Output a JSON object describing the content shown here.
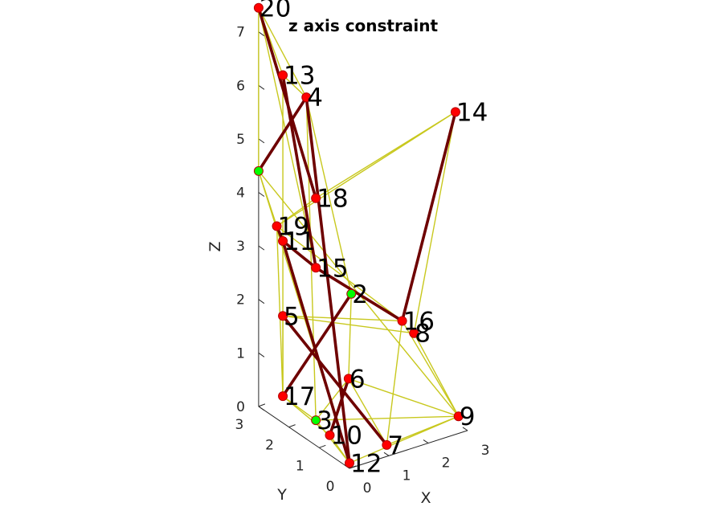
{
  "chart_data": {
    "type": "scatter3d",
    "title": "z axis constraint",
    "xlabel": "X",
    "ylabel": "Y",
    "zlabel": "Z",
    "xlim": [
      0,
      3
    ],
    "ylim": [
      0,
      3
    ],
    "zlim": [
      0,
      7.5
    ],
    "xticks": [
      "0",
      "1",
      "2",
      "3"
    ],
    "yticks": [
      "0",
      "1",
      "2",
      "3"
    ],
    "zticks": [
      "0",
      "1",
      "2",
      "3",
      "4",
      "5",
      "6",
      "7"
    ],
    "colors": {
      "node_free": "#ff0000",
      "node_anchor": "#00ff00",
      "edge_strong": "#6e0000",
      "edge_light": "#c8c81e",
      "axis": "#262626"
    },
    "nodes": [
      {
        "id": "20",
        "label": "20",
        "x": 0,
        "y": 3,
        "z": 7.45,
        "type": "free"
      },
      {
        "id": "13",
        "label": "13",
        "x": 0,
        "y": 2.2,
        "z": 6.5,
        "type": "free"
      },
      {
        "id": "4",
        "label": "4",
        "x": 0.25,
        "y": 1.75,
        "z": 6.2,
        "type": "free"
      },
      {
        "id": "14",
        "label": "14",
        "x": 3,
        "y": 0.4,
        "z": 5.8,
        "type": "free"
      },
      {
        "id": "A1",
        "label": "",
        "x": 0,
        "y": 3,
        "z": 4.4,
        "type": "anchor"
      },
      {
        "id": "18",
        "label": "18",
        "x": 0.3,
        "y": 1.5,
        "z": 4.4,
        "type": "free"
      },
      {
        "id": "19",
        "label": "19",
        "x": 0,
        "y": 2.4,
        "z": 3.6,
        "type": "free"
      },
      {
        "id": "11",
        "label": "11",
        "x": 0,
        "y": 2.2,
        "z": 3.4,
        "type": "free"
      },
      {
        "id": "15",
        "label": "15",
        "x": 0.3,
        "y": 1.5,
        "z": 3.1,
        "type": "free"
      },
      {
        "id": "2",
        "label": "2",
        "x": 1.2,
        "y": 1.5,
        "z": 2.4,
        "type": "anchor"
      },
      {
        "id": "16",
        "label": "16",
        "x": 1.8,
        "y": 0.6,
        "z": 2.1,
        "type": "free"
      },
      {
        "id": "8",
        "label": "8",
        "x": 2.1,
        "y": 0.6,
        "z": 1.8,
        "type": "free"
      },
      {
        "id": "5",
        "label": "5",
        "x": 0,
        "y": 2.2,
        "z": 2.0,
        "type": "free"
      },
      {
        "id": "6",
        "label": "6",
        "x": 0.9,
        "y": 1.2,
        "z": 1.0,
        "type": "free"
      },
      {
        "id": "17",
        "label": "17",
        "x": 0,
        "y": 2.2,
        "z": 0.5,
        "type": "free"
      },
      {
        "id": "3",
        "label": "3",
        "x": 0.3,
        "y": 1.5,
        "z": 0.25,
        "type": "anchor"
      },
      {
        "id": "10",
        "label": "10",
        "x": 0.5,
        "y": 1.3,
        "z": 0.0,
        "type": "free"
      },
      {
        "id": "9",
        "label": "9",
        "x": 3,
        "y": 0.3,
        "z": 0.15,
        "type": "free"
      },
      {
        "id": "7",
        "label": "7",
        "x": 1.1,
        "y": 0.2,
        "z": 0.1,
        "type": "free"
      },
      {
        "id": "12",
        "label": "12",
        "x": 0,
        "y": 0,
        "z": 0.1,
        "type": "free"
      }
    ],
    "edges_strong": [
      [
        "20",
        "18"
      ],
      [
        "A1",
        "4"
      ],
      [
        "13",
        "15"
      ],
      [
        "4",
        "12"
      ],
      [
        "14",
        "16"
      ],
      [
        "19",
        "11"
      ],
      [
        "11",
        "15"
      ],
      [
        "15",
        "16"
      ],
      [
        "11",
        "12"
      ],
      [
        "2",
        "17"
      ],
      [
        "5",
        "7"
      ],
      [
        "6",
        "10"
      ]
    ],
    "edges_light": [
      [
        "20",
        "13"
      ],
      [
        "20",
        "4"
      ],
      [
        "20",
        "15"
      ],
      [
        "20",
        "A1"
      ],
      [
        "13",
        "4"
      ],
      [
        "13",
        "17"
      ],
      [
        "4",
        "2"
      ],
      [
        "4",
        "3"
      ],
      [
        "14",
        "18"
      ],
      [
        "14",
        "19"
      ],
      [
        "14",
        "8"
      ],
      [
        "A1",
        "19"
      ],
      [
        "A1",
        "12"
      ],
      [
        "A1",
        "9"
      ],
      [
        "18",
        "19"
      ],
      [
        "19",
        "17"
      ],
      [
        "19",
        "16"
      ],
      [
        "5",
        "17"
      ],
      [
        "5",
        "8"
      ],
      [
        "5",
        "16"
      ],
      [
        "17",
        "3"
      ],
      [
        "17",
        "10"
      ],
      [
        "3",
        "9"
      ],
      [
        "3",
        "6"
      ],
      [
        "3",
        "12"
      ],
      [
        "16",
        "7"
      ],
      [
        "16",
        "9"
      ],
      [
        "6",
        "9"
      ],
      [
        "6",
        "7"
      ],
      [
        "9",
        "7"
      ],
      [
        "9",
        "12"
      ],
      [
        "10",
        "12"
      ],
      [
        "8",
        "9"
      ],
      [
        "2",
        "6"
      ]
    ]
  }
}
